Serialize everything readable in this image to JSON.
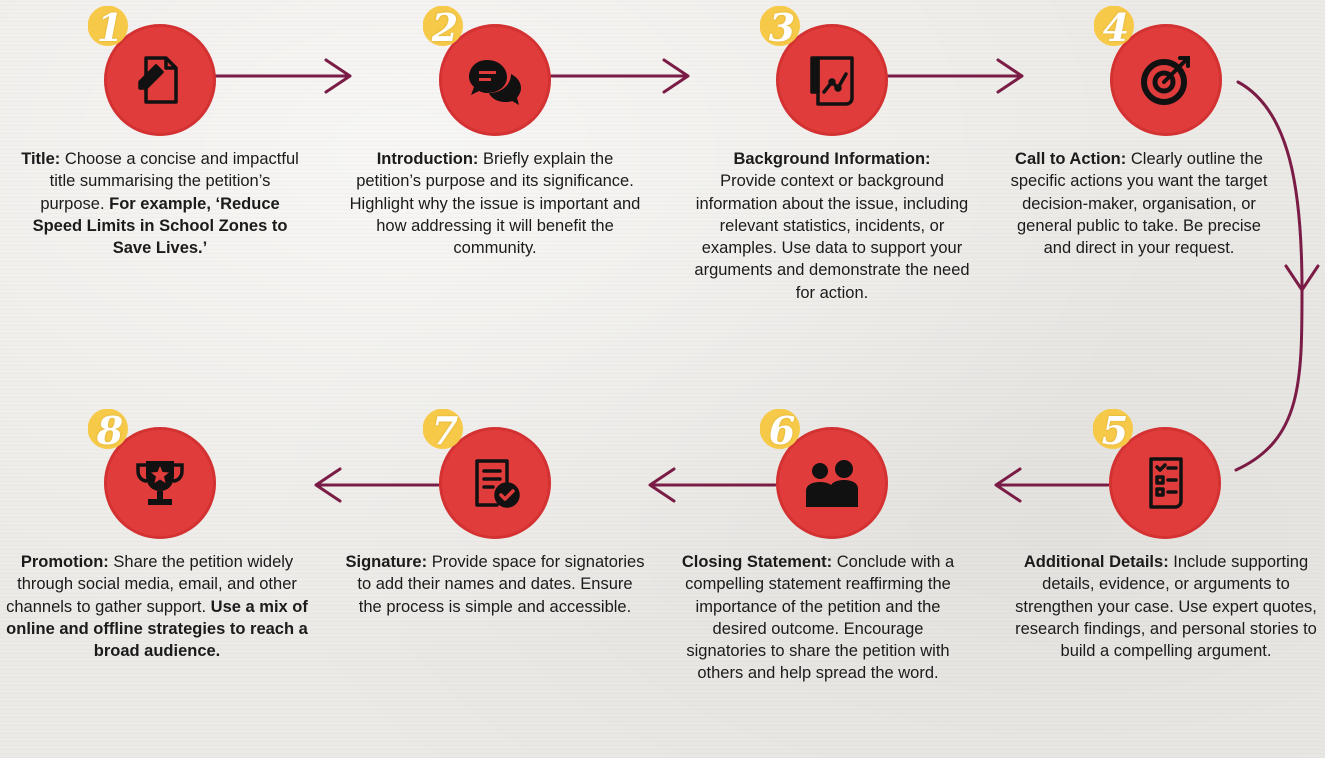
{
  "colors": {
    "circle": "#e03c3c",
    "badge": "#f7c948",
    "arrow": "#7a1c45",
    "background": "#eceae6"
  },
  "steps": [
    {
      "number": "1",
      "icon": "document-edit-icon",
      "heading": "Title:",
      "body": "Choose a concise and impactful title summarising the petition’s purpose.",
      "emphasis": "For example, ‘Reduce Speed Limits in School Zones to Save Lives.’"
    },
    {
      "number": "2",
      "icon": "chat-bubbles-icon",
      "heading": "Introduction:",
      "body": "Briefly explain the petition’s purpose and its significance. Highlight why the issue is important and how addressing it will benefit the community.",
      "emphasis": ""
    },
    {
      "number": "3",
      "icon": "chart-scroll-icon",
      "heading": "Background Information:",
      "body": "Provide context or background information about the issue, including relevant statistics, incidents, or examples. Use data to support your arguments and demonstrate the need for action.",
      "emphasis": ""
    },
    {
      "number": "4",
      "icon": "target-icon",
      "heading": "Call to Action:",
      "body": "Clearly outline the specific actions you want the target decision-maker, organisation, or general public to take. Be precise and direct in your request.",
      "emphasis": ""
    },
    {
      "number": "5",
      "icon": "checklist-scroll-icon",
      "heading": "Additional Details:",
      "body": "Include supporting details, evidence, or arguments to strengthen your case. Use expert quotes, research findings, and personal stories to build a compelling argument.",
      "emphasis": ""
    },
    {
      "number": "6",
      "icon": "people-icon",
      "heading": "Closing Statement:",
      "body": "Conclude with a compelling statement reaffirming the importance of the petition and the desired outcome. Encourage signatories to share the petition with others and help spread the word.",
      "emphasis": ""
    },
    {
      "number": "7",
      "icon": "document-check-icon",
      "heading": "Signature:",
      "body": "Provide space for signatories to add their names and dates. Ensure the process is simple and accessible.",
      "emphasis": ""
    },
    {
      "number": "8",
      "icon": "trophy-icon",
      "heading": "Promotion:",
      "body": "Share the petition widely through social media, email, and other channels to gather support.",
      "emphasis": "Use a mix of online and offline strategies to reach a broad audience."
    }
  ]
}
